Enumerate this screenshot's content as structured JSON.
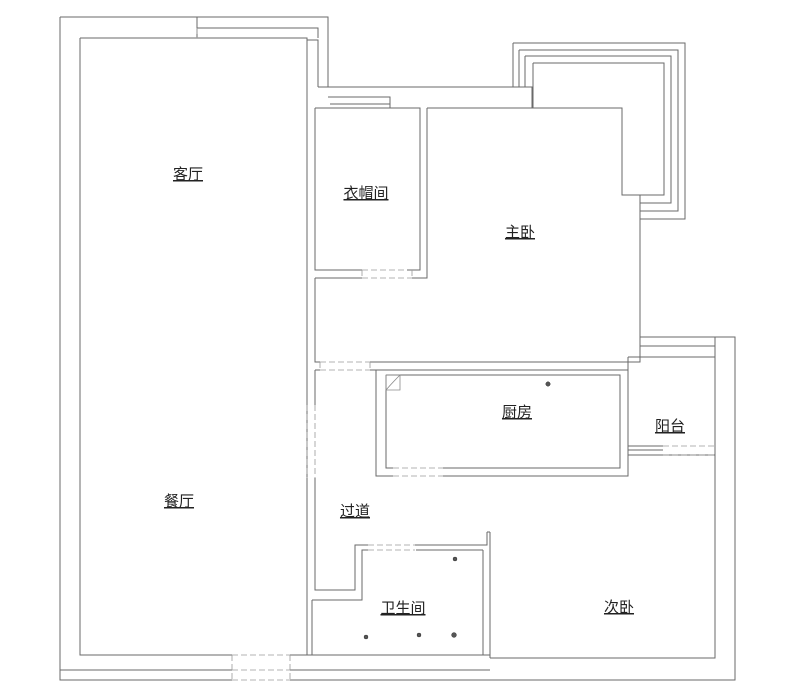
{
  "rooms": {
    "living_room": "客厅",
    "dining_room": "餐厅",
    "walk_in_closet": "衣帽间",
    "master_bedroom": "主卧",
    "kitchen": "厨房",
    "balcony": "阳台",
    "corridor": "过道",
    "bathroom": "卫生间",
    "second_bedroom": "次卧"
  },
  "colors": {
    "wall": "#6a6a6a",
    "label": "#222222",
    "background": "#ffffff"
  }
}
